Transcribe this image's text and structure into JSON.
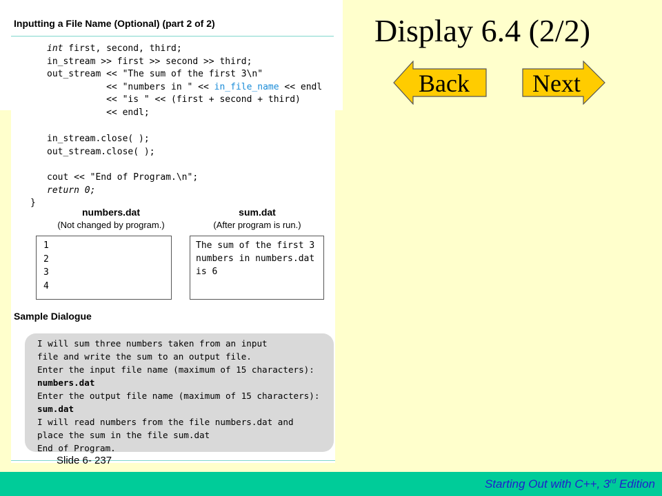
{
  "slide": {
    "title": "Display 6.4 (2/2)",
    "slide_number": "Slide 6- 237",
    "footer_main": "Starting Out with C++, 3",
    "footer_sup": "rd",
    "footer_tail": " Edition"
  },
  "nav": {
    "back_label": "Back",
    "next_label": "Next",
    "button_color": "#ffcc00"
  },
  "figure": {
    "title": "Inputting a File Name (Optional) (part 2 of 2)",
    "code_lines": {
      "l1_kw": "int",
      "l1_rest": " first, second, third;",
      "l2": "in_stream >> first >> second >> third;",
      "l3": "out_stream << \"The sum of the first 3\\n\"",
      "l4_a": "           << \"numbers in \" << ",
      "l4_var": "in_file_name",
      "l4_b": " << endl",
      "l5": "           << \"is \" << (first + second + third)",
      "l6": "           << endl;",
      "l7": "in_stream.close( );",
      "l8": "out_stream.close( );",
      "l9": "cout << \"End of Program.\\n\";",
      "l10": "return 0;",
      "l11": "}"
    },
    "files": [
      {
        "name": "numbers.dat",
        "note": "(Not changed by program.)",
        "lines": [
          "1",
          "2",
          "3",
          "4"
        ]
      },
      {
        "name": "sum.dat",
        "note": "(After program is run.)",
        "lines": [
          "The sum of the first 3",
          "numbers in numbers.dat",
          "is 6"
        ]
      }
    ],
    "dialogue_title": "Sample Dialogue",
    "dialogue": [
      {
        "text": "I will sum three numbers taken from an input",
        "bold": false
      },
      {
        "text": "file and write the sum to an output file.",
        "bold": false
      },
      {
        "text": "Enter the input file name (maximum of 15 characters):",
        "bold": false
      },
      {
        "text": "numbers.dat",
        "bold": true
      },
      {
        "text": "Enter the output file name (maximum of 15 characters):",
        "bold": false
      },
      {
        "text": "sum.dat",
        "bold": true
      },
      {
        "text": "I will read numbers from the file numbers.dat and",
        "bold": false
      },
      {
        "text": "place the sum in the file sum.dat",
        "bold": false
      },
      {
        "text": "End of Program.",
        "bold": false
      }
    ]
  }
}
